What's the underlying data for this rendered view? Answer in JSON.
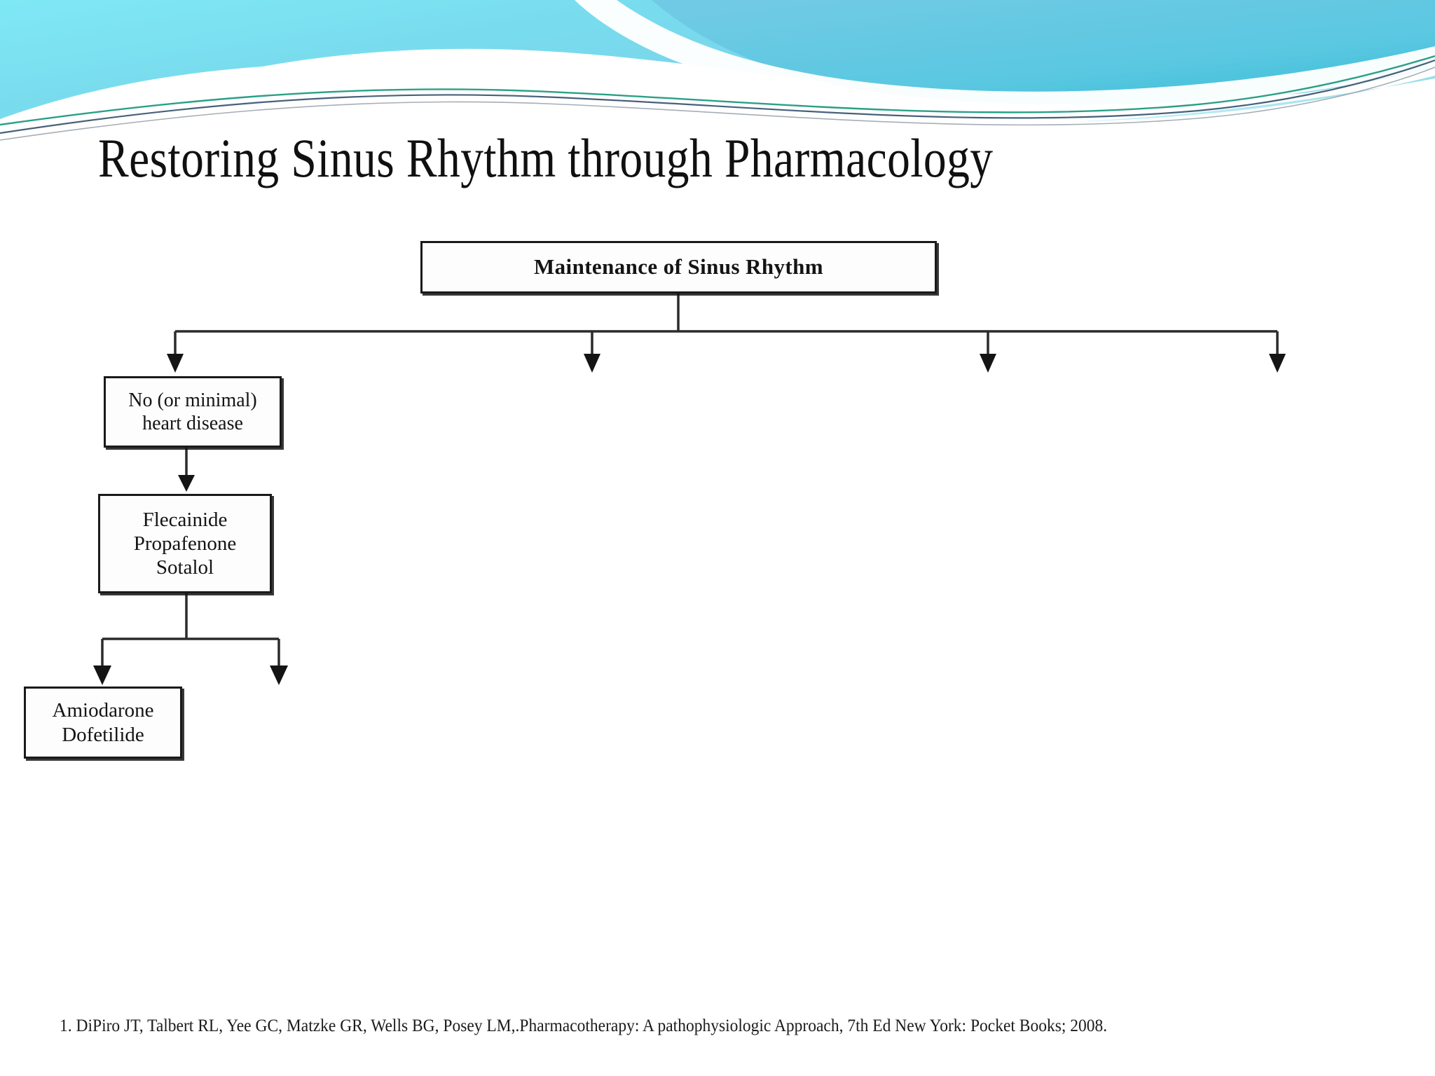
{
  "slide": {
    "title": "Restoring Sinus Rhythm through Pharmacology",
    "footnote": "1. DiPiro JT, Talbert RL, Yee GC, Matzke GR, Wells BG, Posey LM,.Pharmacotherapy: A pathophysiologic Approach, 7th Ed New York: Pocket Books; 2008.",
    "background_color": "#ffffff"
  },
  "banner": {
    "name": "decorative-wave-banner",
    "colors": {
      "cyan_light": "#83e6f2",
      "cyan_mid": "#6fd2e6",
      "blue_mid": "#6ec6e0",
      "blue_deep": "#2fbcd4",
      "teal_line": "#1c8f7c",
      "navy_line": "#2e4a66",
      "white": "#ffffff"
    }
  },
  "diagram": {
    "type": "flowchart",
    "nodes": [
      {
        "id": "root",
        "label": "Maintenance of Sinus Rhythm",
        "bold": true
      },
      {
        "id": "no-heart-disease",
        "label": "No (or minimal)\nheart disease",
        "bold": false
      },
      {
        "id": "first-line-drugs",
        "label": "Flecainide\nPropafenone\nSotalol",
        "bold": false
      },
      {
        "id": "second-line-drugs",
        "label": "Amiodarone\nDofetilide",
        "bold": false
      }
    ],
    "edges": [
      {
        "from": "root",
        "to": "no-heart-disease"
      },
      {
        "from": "root",
        "to": "branch-2"
      },
      {
        "from": "root",
        "to": "branch-3"
      },
      {
        "from": "root",
        "to": "branch-4"
      },
      {
        "from": "no-heart-disease",
        "to": "first-line-drugs"
      },
      {
        "from": "first-line-drugs",
        "to": "second-line-drugs"
      },
      {
        "from": "first-line-drugs",
        "to": "branch-right"
      }
    ],
    "line_color": "#2b2b2b",
    "box_border_color": "#1a1a1a"
  }
}
